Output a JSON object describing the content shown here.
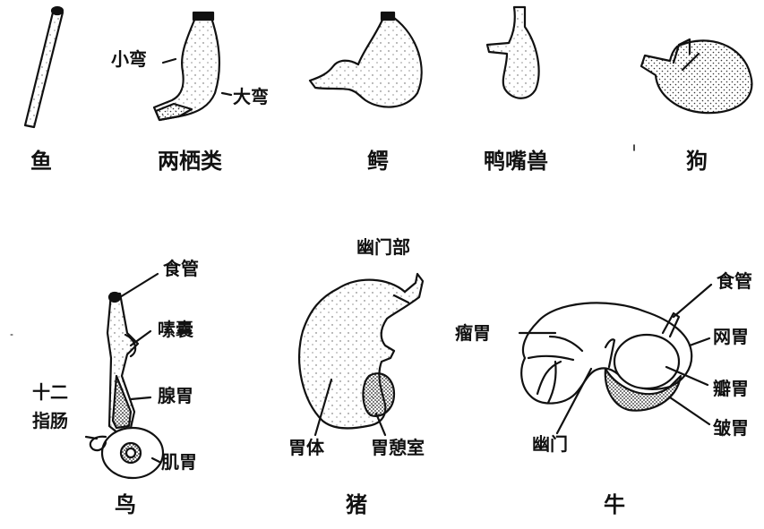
{
  "figure": {
    "captions": {
      "fish": "鱼",
      "amphibian": "两栖类",
      "crocodile": "鳄",
      "platypus": "鸭嘴兽",
      "dog": "狗",
      "bird": "鸟",
      "pig": "猪",
      "cow": "牛"
    },
    "amphibian_parts": {
      "lesser_curvature": "小弯",
      "greater_curvature": "大弯"
    },
    "bird_parts": {
      "esophagus": "食管",
      "crop": "嗉囊",
      "proventriculus": "腺胃",
      "duodenum_line1": "十二",
      "duodenum_line2": "指肠",
      "gizzard": "肌胃"
    },
    "pig_parts": {
      "pylorus_region": "幽门部",
      "stomach_body": "胃体",
      "diverticulum": "胃憩室"
    },
    "cow_parts": {
      "rumen": "瘤胃",
      "esophagus": "食管",
      "reticulum": "网胃",
      "omasum": "瓣胃",
      "abomasum": "皱胃",
      "pylorus": "幽门"
    }
  }
}
